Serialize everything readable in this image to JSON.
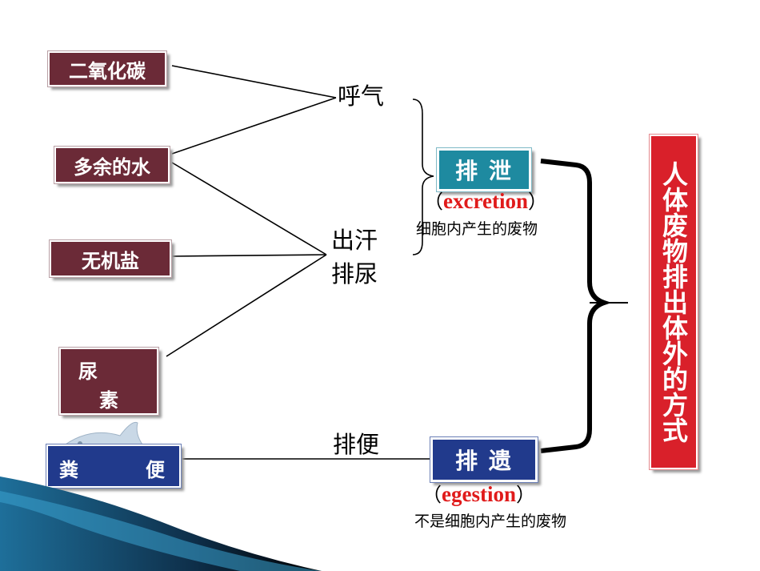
{
  "sources": {
    "co2": "二氧化碳",
    "water": "多余的水",
    "salt": "无机盐",
    "urea_line1": "尿",
    "urea_line2": "素",
    "feces_a": "粪",
    "feces_b": "便"
  },
  "routes": {
    "breath": "呼气",
    "sweat": "出汗",
    "urine": "排尿",
    "defecate": "排便"
  },
  "categories": {
    "excretion": {
      "label": "排 泄",
      "open": "（",
      "english": "excretion",
      "close": "）",
      "note": "细胞内产生的废物"
    },
    "egestion": {
      "label": "排 遗",
      "open": "（",
      "english": "egestion",
      "close": "）",
      "note": "不是细胞内产生的废物"
    }
  },
  "result": {
    "text": "人体废物排出体外的方式"
  },
  "colors": {
    "maroon": "#6b2a37",
    "teal": "#1e8aa0",
    "navy": "#213a8c",
    "red": "#d9202a",
    "english_red": "#e01b1b"
  }
}
